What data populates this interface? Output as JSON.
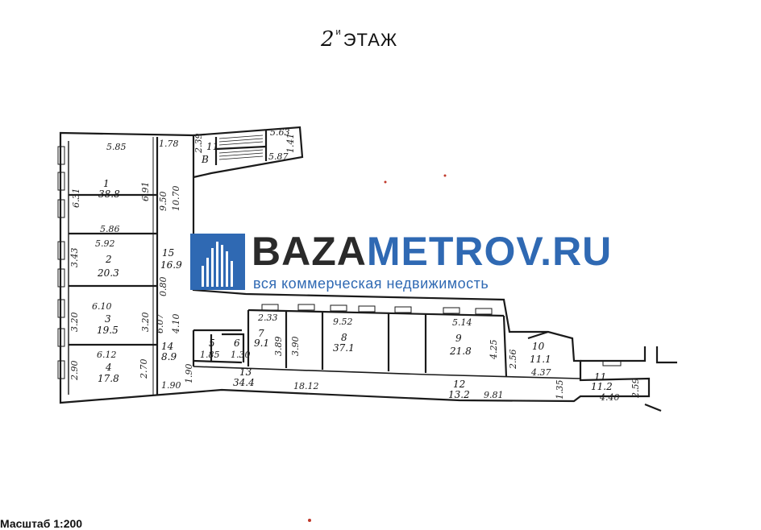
{
  "floor_title": {
    "number": "2",
    "suffix": "и",
    "word": "ЭТАЖ"
  },
  "watermark": {
    "part1": "BAZA",
    "part2": "METROV.RU",
    "tagline": "вся коммерческая недвижимость",
    "brand_color": "#2f69b3"
  },
  "scale_label": "Масштаб 1:200",
  "rooms": [
    {
      "id": "room-1",
      "number": "1",
      "area": "38.8"
    },
    {
      "id": "room-2",
      "number": "2",
      "area": "20.3"
    },
    {
      "id": "room-3",
      "number": "3",
      "area": "19.5"
    },
    {
      "id": "room-4",
      "number": "4",
      "area": "17.8"
    },
    {
      "id": "room-5",
      "number": "5",
      "area": ""
    },
    {
      "id": "room-6",
      "number": "6",
      "area": ""
    },
    {
      "id": "room-7",
      "number": "7",
      "area": "9.1"
    },
    {
      "id": "room-8",
      "number": "8",
      "area": "37.1"
    },
    {
      "id": "room-9",
      "number": "9",
      "area": "21.8"
    },
    {
      "id": "room-10",
      "number": "10",
      "area": "11.1"
    },
    {
      "id": "room-11-left",
      "number": "11",
      "area": "В"
    },
    {
      "id": "room-11-right",
      "number": "11",
      "area": "11.2"
    },
    {
      "id": "room-12",
      "number": "12",
      "area": "13.2"
    },
    {
      "id": "room-13",
      "number": "13",
      "area": "34.4"
    },
    {
      "id": "room-14",
      "number": "14",
      "area": "8.9"
    },
    {
      "id": "room-15",
      "number": "15",
      "area": "16.9"
    }
  ],
  "dimensions": {
    "d_5_85": "5.85",
    "d_1_78": "1.78",
    "d_2_39": "2.39",
    "d_5_63": "5.63",
    "d_1_41": "1.41",
    "d_5_87": "5.87",
    "d_6_31": "6.31",
    "d_6_91": "6.91",
    "d_9_50": "9.50",
    "d_10_70": "10.70",
    "d_5_86": "5.86",
    "d_5_92": "5.92",
    "d_3_43": "3.43",
    "d_6_10": "6.10",
    "d_3_20a": "3.20",
    "d_3_20b": "3.20",
    "d_6_07": "6.07",
    "d_4_10": "4.10",
    "d_0_80": "0.80",
    "d_6_12": "6.12",
    "d_2_90": "2.90",
    "d_2_70": "2.70",
    "d_1_90a": "1.90",
    "d_1_90b": "1.90",
    "d_2_33": "2.33",
    "d_3_89": "3.89",
    "d_3_90": "3.90",
    "d_9_52": "9.52",
    "d_5_14": "5.14",
    "d_4_25": "4.25",
    "d_2_56": "2.56",
    "d_4_37": "4.37",
    "d_1_85": "1.85",
    "d_1_30": "1.30",
    "d_18_12": "18.12",
    "d_9_81": "9.81",
    "d_1_35": "1.35",
    "d_4_40": "4.40",
    "d_2_59": "2.59"
  }
}
